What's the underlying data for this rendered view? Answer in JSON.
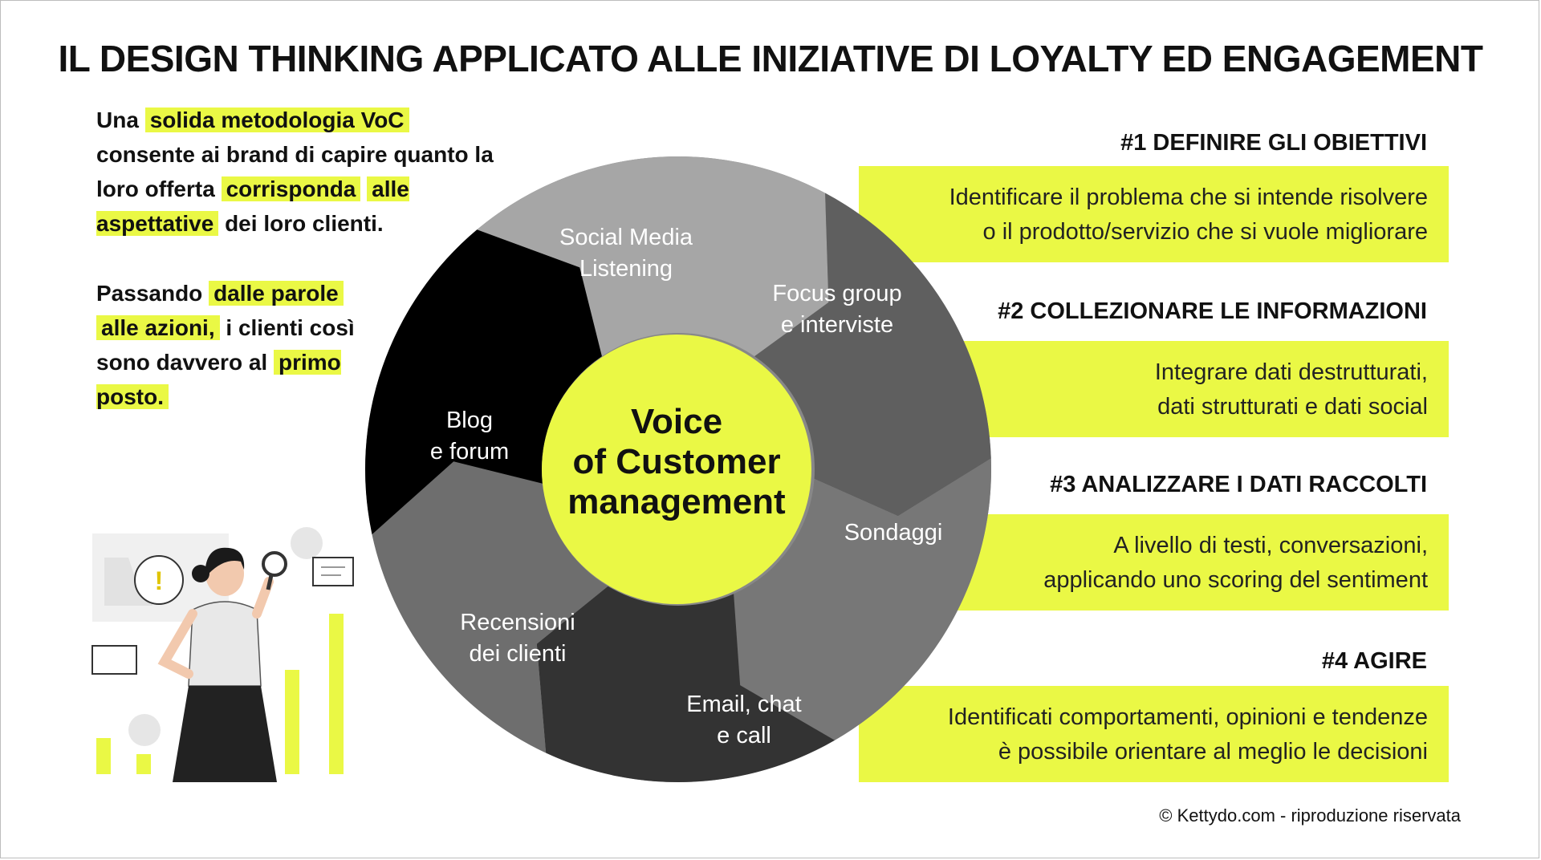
{
  "title": "IL DESIGN THINKING APPLICATO ALLE INIZIATIVE DI LOYALTY ED ENGAGEMENT",
  "intro": {
    "p1": {
      "t1": "Una",
      "h1": "solida metodologia VoC",
      "t2": "consente ai brand di capire quanto la loro offerta",
      "h2": "corrisponda",
      "h3": "alle aspettative",
      "t3": "dei loro clienti."
    },
    "p2": {
      "t1": "Passando",
      "h1": "dalle parole",
      "h2": "alle azioni,",
      "t2": "i clienti così sono davvero al",
      "h3": "primo posto."
    }
  },
  "cycle": {
    "center": [
      "Voice",
      "of Customer",
      "management"
    ],
    "segments": [
      {
        "lines": [
          "Social Media",
          "Listening"
        ],
        "color": "#a6a6a6"
      },
      {
        "lines": [
          "Focus group",
          "e interviste"
        ],
        "color": "#5f5f5f"
      },
      {
        "lines": [
          "Sondaggi"
        ],
        "color": "#777777"
      },
      {
        "lines": [
          "Email, chat",
          "e call"
        ],
        "color": "#333333"
      },
      {
        "lines": [
          "Recensioni",
          "dei clienti"
        ],
        "color": "#6e6e6e"
      },
      {
        "lines": [
          "Blog",
          "e forum"
        ],
        "color": "#000000"
      }
    ],
    "center_color": "#eaf845"
  },
  "steps": [
    {
      "heading": "#1 DEFINIRE GLI OBIETTIVI",
      "lines": [
        "Identificare il problema che si intende risolvere",
        "o il prodotto/servizio che si vuole migliorare"
      ]
    },
    {
      "heading": "#2 COLLEZIONARE LE INFORMAZIONI",
      "lines": [
        "Integrare dati destrutturati,",
        "dati strutturati e dati social"
      ]
    },
    {
      "heading": "#3 ANALIZZARE I DATI RACCOLTI",
      "lines": [
        "A livello di testi, conversazioni,",
        "applicando uno scoring del sentiment"
      ]
    },
    {
      "heading": "#4 AGIRE",
      "lines": [
        "Identificati comportamenti, opinioni e tendenze",
        "è possibile orientare al meglio le decisioni"
      ]
    }
  ],
  "copyright": "© Kettydo.com - riproduzione riservata",
  "colors": {
    "accent": "#eaf845",
    "text": "#111111"
  }
}
